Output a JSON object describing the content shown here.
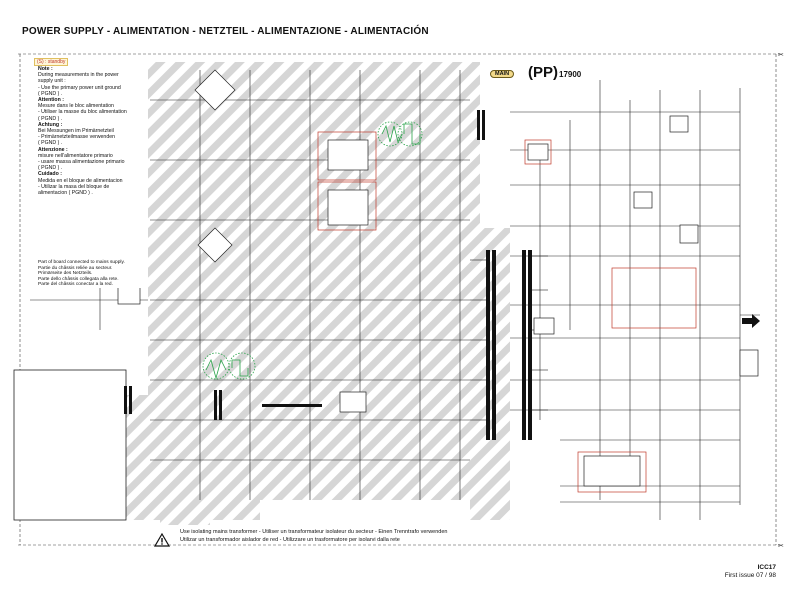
{
  "title": "POWER SUPPLY  -  ALIMENTATION  -  NETZTEIL - ALIMENTAZIONE - ALIMENTACIÓN",
  "standby_label": "(S) : standby",
  "notes": [
    {
      "text": "Note :",
      "heading": true
    },
    {
      "text": "During measurements in the power",
      "heading": false
    },
    {
      "text": "supply unit :",
      "heading": false
    },
    {
      "text": "- Use the primary power unit ground",
      "heading": false
    },
    {
      "text": "( PGND ) .",
      "heading": false
    },
    {
      "text": "Attention :",
      "heading": true
    },
    {
      "text": "Mesure dans le bloc alimentation",
      "heading": false
    },
    {
      "text": "- Utiliser la masse du bloc alimentation",
      "heading": false
    },
    {
      "text": "( PGND ) .",
      "heading": false
    },
    {
      "text": "Achtung :",
      "heading": true
    },
    {
      "text": "Bei Messungen im Primärnetzteil",
      "heading": false
    },
    {
      "text": "- Primärnetzteilmasse verwenden",
      "heading": false
    },
    {
      "text": "( PGND ) .",
      "heading": false
    },
    {
      "text": "Attenzione :",
      "heading": true
    },
    {
      "text": "misure nell'alimentatore primario",
      "heading": false
    },
    {
      "text": "- usare massa alimentazione primario",
      "heading": false
    },
    {
      "text": "( PGND ) .",
      "heading": false
    },
    {
      "text": "Cuidado :",
      "heading": true
    },
    {
      "text": "Medida en el bloque de alimentacion",
      "heading": false
    },
    {
      "text": "- Utilizar la masa del bloque de",
      "heading": false
    },
    {
      "text": "alimentacion ( PGND ) .",
      "heading": false
    }
  ],
  "part_note": [
    "Part of board connected to mains supply.",
    "Partie du châssis reliée au secteur.",
    "Primärseite des Netzteils.",
    "Parte dello châssis collegata alla rete.",
    "Parte del châssis conectar a la red."
  ],
  "board": {
    "main_badge": "MAIN",
    "pp_label": "(PP)",
    "pp_number": "17900"
  },
  "warning": [
    "Use isolating mains transformer - Utiliser un transformateur isolateur du secteur - Einen Trenntrafo verwenden",
    "Utilizar un transformador aislador de red - Utilizzare un trasformatore per isolarvi dalla rete"
  ],
  "footer": {
    "code": "ICC17",
    "issue": "First issue 07 / 98"
  },
  "colors": {
    "hatch": "#cfcfcf",
    "wire": "#222222",
    "red_label": "#c0392b",
    "green_wave": "#2aa34a",
    "badge_fill": "#f2d98a"
  },
  "icons": {
    "warning": "warning-triangle-icon",
    "connector": "arrow-right-icon",
    "scissors": "scissors-icon"
  }
}
